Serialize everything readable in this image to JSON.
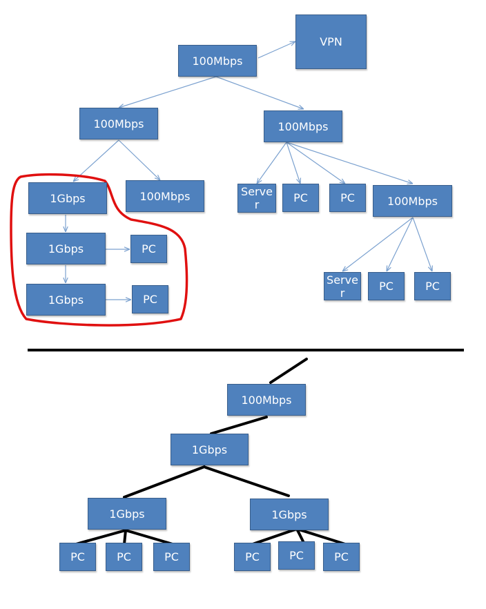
{
  "colors": {
    "node_fill": "#4f81bd",
    "node_border": "#385d8a",
    "node_text": "#ffffff",
    "thin_edge": "#7ba1cf",
    "highlight": "#e01010",
    "thick_edge": "#000000"
  },
  "top": {
    "nodes": {
      "root": "100Mbps",
      "vpn": "VPN",
      "left_switch": "100Mbps",
      "right_switch": "100Mbps",
      "gbps_a": "1Gbps",
      "left_sub_switch": "100Mbps",
      "server_a": "Server",
      "pc_a": "PC",
      "pc_b": "PC",
      "right_sub_switch": "100Mbps",
      "gbps_b": "1Gbps",
      "pc_c": "PC",
      "gbps_c": "1Gbps",
      "pc_d": "PC",
      "server_b": "Server",
      "pc_e": "PC",
      "pc_f": "PC"
    }
  },
  "bottom": {
    "nodes": {
      "root": "100Mbps",
      "core": "1Gbps",
      "left": "1Gbps",
      "right": "1Gbps",
      "pc_1": "PC",
      "pc_2": "PC",
      "pc_3": "PC",
      "pc_4": "PC",
      "pc_5": "PC",
      "pc_6": "PC"
    }
  }
}
